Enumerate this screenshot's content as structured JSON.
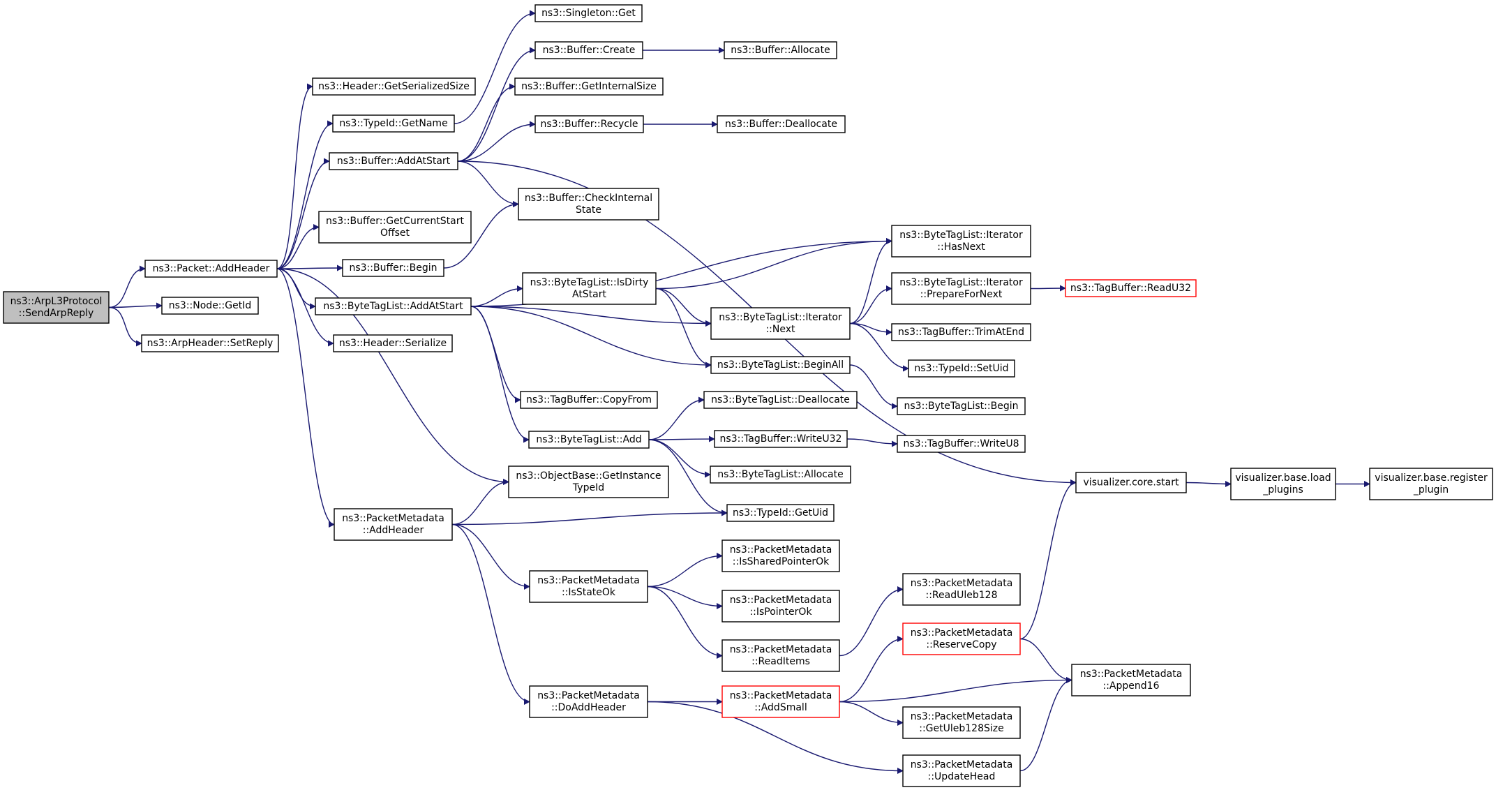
{
  "colors": {
    "edge": "#191970",
    "root_fill": "#bfbfbf",
    "truncated_border": "#ff0000",
    "node_border": "#000000"
  },
  "nodes": [
    {
      "id": "root",
      "kind": "root",
      "lines": [
        "ns3::ArpL3Protocol",
        "::SendArpReply"
      ]
    },
    {
      "id": "addheader",
      "lines": [
        "ns3::Packet::AddHeader"
      ]
    },
    {
      "id": "nodegetid",
      "lines": [
        "ns3::Node::GetId"
      ]
    },
    {
      "id": "setreply",
      "lines": [
        "ns3::ArpHeader::SetReply"
      ]
    },
    {
      "id": "getserializedsize",
      "lines": [
        "ns3::Header::GetSerializedSize"
      ]
    },
    {
      "id": "typeidgetname",
      "lines": [
        "ns3::TypeId::GetName"
      ]
    },
    {
      "id": "bufaddatstart",
      "lines": [
        "ns3::Buffer::AddAtStart"
      ]
    },
    {
      "id": "getcurrentstart",
      "lines": [
        "ns3::Buffer::GetCurrentStart",
        "Offset"
      ]
    },
    {
      "id": "bufbegin",
      "lines": [
        "ns3::Buffer::Begin"
      ]
    },
    {
      "id": "btladdatstart",
      "lines": [
        "ns3::ByteTagList::AddAtStart"
      ]
    },
    {
      "id": "headerserialize",
      "lines": [
        "ns3::Header::Serialize"
      ]
    },
    {
      "id": "pmaddheader",
      "lines": [
        "ns3::PacketMetadata",
        "::AddHeader"
      ]
    },
    {
      "id": "singletonget",
      "lines": [
        "ns3::Singleton::Get"
      ]
    },
    {
      "id": "bufcreate",
      "lines": [
        "ns3::Buffer::Create"
      ]
    },
    {
      "id": "getinternalsize",
      "lines": [
        "ns3::Buffer::GetInternalSize"
      ]
    },
    {
      "id": "bufrecycle",
      "lines": [
        "ns3::Buffer::Recycle"
      ]
    },
    {
      "id": "checkinternal",
      "lines": [
        "ns3::Buffer::CheckInternal",
        "State"
      ]
    },
    {
      "id": "bufallocate",
      "lines": [
        "ns3::Buffer::Allocate"
      ]
    },
    {
      "id": "bufdeallocate",
      "lines": [
        "ns3::Buffer::Deallocate"
      ]
    },
    {
      "id": "isdirty",
      "lines": [
        "ns3::ByteTagList::IsDirty",
        "AtStart"
      ]
    },
    {
      "id": "copyfrom",
      "lines": [
        "ns3::TagBuffer::CopyFrom"
      ]
    },
    {
      "id": "btladd",
      "lines": [
        "ns3::ByteTagList::Add"
      ]
    },
    {
      "id": "getinstancetypeid",
      "lines": [
        "ns3::ObjectBase::GetInstance",
        "TypeId"
      ]
    },
    {
      "id": "iternext",
      "lines": [
        "ns3::ByteTagList::Iterator",
        "::Next"
      ]
    },
    {
      "id": "beginall",
      "lines": [
        "ns3::ByteTagList::BeginAll"
      ]
    },
    {
      "id": "btldeallocate",
      "lines": [
        "ns3::ByteTagList::Deallocate"
      ]
    },
    {
      "id": "writeu32",
      "lines": [
        "ns3::TagBuffer::WriteU32"
      ]
    },
    {
      "id": "btlallocate",
      "lines": [
        "ns3::ByteTagList::Allocate"
      ]
    },
    {
      "id": "getuid",
      "lines": [
        "ns3::TypeId::GetUid"
      ]
    },
    {
      "id": "hasnext",
      "lines": [
        "ns3::ByteTagList::Iterator",
        "::HasNext"
      ]
    },
    {
      "id": "preparefornext",
      "lines": [
        "ns3::ByteTagList::Iterator",
        "::PrepareForNext"
      ]
    },
    {
      "id": "trimatend",
      "lines": [
        "ns3::TagBuffer::TrimAtEnd"
      ]
    },
    {
      "id": "setuid",
      "lines": [
        "ns3::TypeId::SetUid"
      ]
    },
    {
      "id": "btlbegin",
      "lines": [
        "ns3::ByteTagList::Begin"
      ]
    },
    {
      "id": "writeu8",
      "lines": [
        "ns3::TagBuffer::WriteU8"
      ]
    },
    {
      "id": "readu32",
      "kind": "truncated",
      "lines": [
        "ns3::TagBuffer::ReadU32"
      ]
    },
    {
      "id": "isstateok",
      "lines": [
        "ns3::PacketMetadata",
        "::IsStateOk"
      ]
    },
    {
      "id": "doaddheader",
      "lines": [
        "ns3::PacketMetadata",
        "::DoAddHeader"
      ]
    },
    {
      "id": "issharedpointerok",
      "lines": [
        "ns3::PacketMetadata",
        "::IsSharedPointerOk"
      ]
    },
    {
      "id": "ispointerok",
      "lines": [
        "ns3::PacketMetadata",
        "::IsPointerOk"
      ]
    },
    {
      "id": "readitems",
      "lines": [
        "ns3::PacketMetadata",
        "::ReadItems"
      ]
    },
    {
      "id": "addsmall",
      "kind": "truncated",
      "lines": [
        "ns3::PacketMetadata",
        "::AddSmall"
      ]
    },
    {
      "id": "readuleb128",
      "lines": [
        "ns3::PacketMetadata",
        "::ReadUleb128"
      ]
    },
    {
      "id": "reservecopy",
      "kind": "truncated",
      "lines": [
        "ns3::PacketMetadata",
        "::ReserveCopy"
      ]
    },
    {
      "id": "getuleb128size",
      "lines": [
        "ns3::PacketMetadata",
        "::GetUleb128Size"
      ]
    },
    {
      "id": "updatehead",
      "lines": [
        "ns3::PacketMetadata",
        "::UpdateHead"
      ]
    },
    {
      "id": "append16",
      "lines": [
        "ns3::PacketMetadata",
        "::Append16"
      ]
    },
    {
      "id": "vizstart",
      "lines": [
        "visualizer.core.start"
      ]
    },
    {
      "id": "loadplugins",
      "lines": [
        "visualizer.base.load",
        "_plugins"
      ]
    },
    {
      "id": "registerplugin",
      "lines": [
        "visualizer.base.register",
        "_plugin"
      ]
    }
  ],
  "edges": [
    [
      "root",
      "addheader"
    ],
    [
      "root",
      "nodegetid"
    ],
    [
      "root",
      "setreply"
    ],
    [
      "addheader",
      "getserializedsize"
    ],
    [
      "addheader",
      "typeidgetname"
    ],
    [
      "addheader",
      "bufaddatstart"
    ],
    [
      "addheader",
      "getcurrentstart"
    ],
    [
      "addheader",
      "bufbegin"
    ],
    [
      "addheader",
      "btladdatstart"
    ],
    [
      "addheader",
      "headerserialize"
    ],
    [
      "addheader",
      "getinstancetypeid"
    ],
    [
      "addheader",
      "pmaddheader"
    ],
    [
      "typeidgetname",
      "singletonget"
    ],
    [
      "bufaddatstart",
      "bufcreate"
    ],
    [
      "bufaddatstart",
      "getinternalsize"
    ],
    [
      "bufaddatstart",
      "bufrecycle"
    ],
    [
      "bufaddatstart",
      "checkinternal"
    ],
    [
      "bufaddatstart",
      "vizstart"
    ],
    [
      "bufcreate",
      "bufallocate"
    ],
    [
      "bufrecycle",
      "bufdeallocate"
    ],
    [
      "bufbegin",
      "checkinternal"
    ],
    [
      "btladdatstart",
      "hasnext"
    ],
    [
      "btladdatstart",
      "isdirty"
    ],
    [
      "btladdatstart",
      "iternext"
    ],
    [
      "btladdatstart",
      "beginall"
    ],
    [
      "btladdatstart",
      "copyfrom"
    ],
    [
      "btladdatstart",
      "btladd"
    ],
    [
      "isdirty",
      "hasnext"
    ],
    [
      "isdirty",
      "iternext"
    ],
    [
      "isdirty",
      "beginall"
    ],
    [
      "iternext",
      "hasnext"
    ],
    [
      "iternext",
      "preparefornext"
    ],
    [
      "iternext",
      "trimatend"
    ],
    [
      "iternext",
      "setuid"
    ],
    [
      "preparefornext",
      "readu32"
    ],
    [
      "beginall",
      "btlbegin"
    ],
    [
      "btladd",
      "btldeallocate"
    ],
    [
      "btladd",
      "writeu32"
    ],
    [
      "btladd",
      "btlallocate"
    ],
    [
      "btladd",
      "getuid"
    ],
    [
      "writeu32",
      "writeu8"
    ],
    [
      "pmaddheader",
      "getinstancetypeid"
    ],
    [
      "pmaddheader",
      "getuid"
    ],
    [
      "pmaddheader",
      "isstateok"
    ],
    [
      "pmaddheader",
      "doaddheader"
    ],
    [
      "isstateok",
      "issharedpointerok"
    ],
    [
      "isstateok",
      "ispointerok"
    ],
    [
      "isstateok",
      "readitems"
    ],
    [
      "readitems",
      "readuleb128"
    ],
    [
      "doaddheader",
      "addsmall"
    ],
    [
      "doaddheader",
      "updatehead"
    ],
    [
      "addsmall",
      "reservecopy"
    ],
    [
      "addsmall",
      "append16"
    ],
    [
      "addsmall",
      "getuleb128size"
    ],
    [
      "reservecopy",
      "append16"
    ],
    [
      "reservecopy",
      "vizstart"
    ],
    [
      "updatehead",
      "append16"
    ],
    [
      "vizstart",
      "loadplugins"
    ],
    [
      "loadplugins",
      "registerplugin"
    ]
  ]
}
